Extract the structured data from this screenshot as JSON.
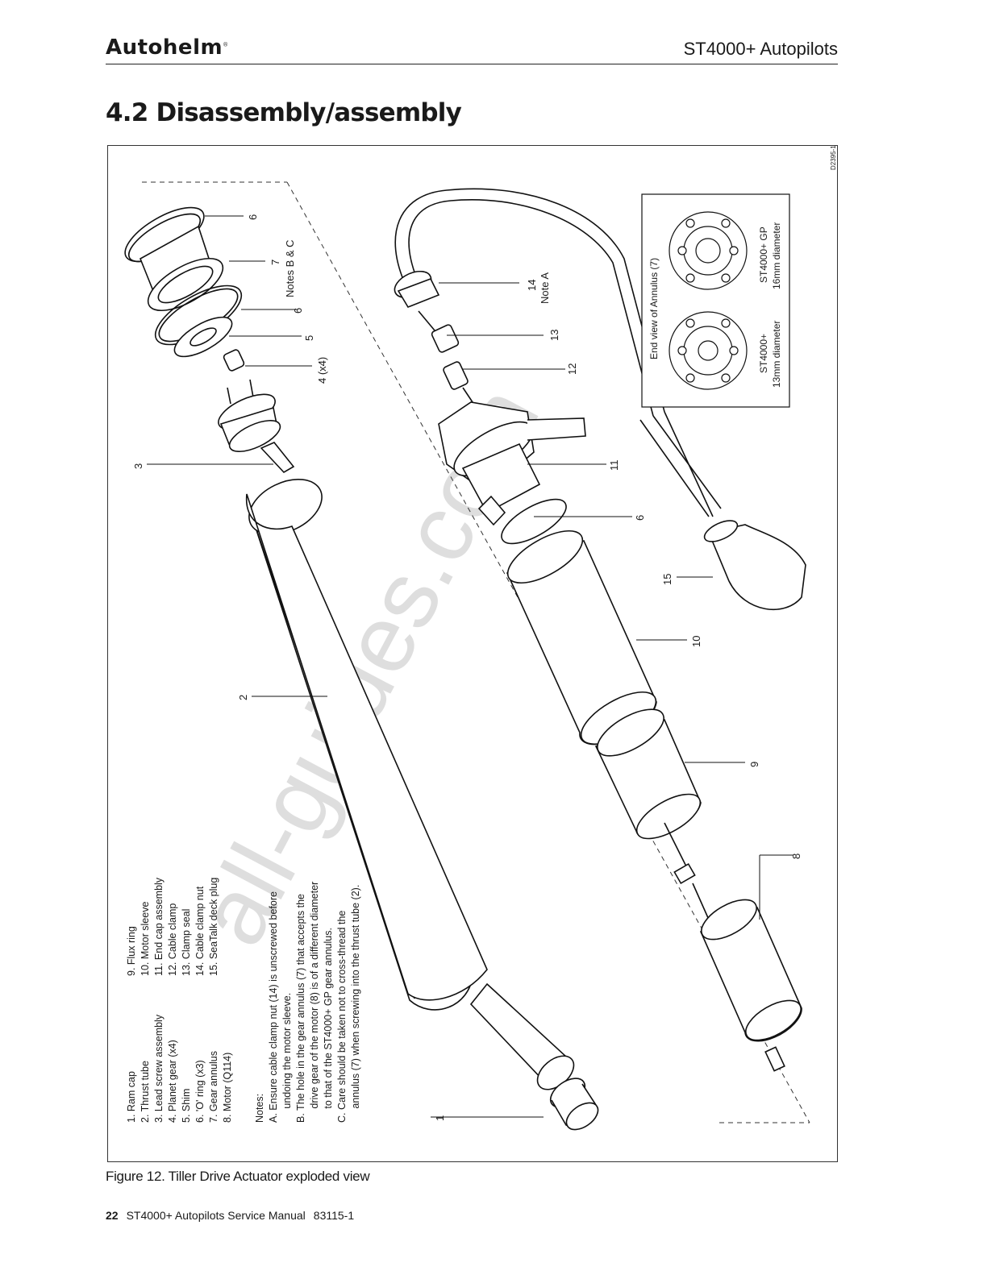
{
  "header": {
    "brand": "Autohelm",
    "brand_mark": "®",
    "title": "ST4000+  Autopilots"
  },
  "section_heading": "4.2 Disassembly/assembly",
  "figure": {
    "drawing_code": "D2395-1",
    "parts_list_a": [
      "1. Ram cap",
      "2. Thrust tube",
      "3. Lead screw assembly",
      "4. Planet gear (x4)",
      "5. Shim",
      "6. 'O' ring (x3)",
      "7. Gear annulus",
      "8. Motor (Q114)"
    ],
    "parts_list_b": [
      "9. Flux ring",
      "10. Motor sleeve",
      "11. End cap assembly",
      "12. Cable clamp",
      "13. Clamp seal",
      "14. Cable clamp nut",
      "15. SeaTalk deck plug"
    ],
    "notes": [
      "Notes:",
      "A. Ensure cable clamp nut (14) is unscrewed before",
      "     undoing the motor sleeve.",
      "B. The hole in the gear annulus (7) that accepts the",
      "     drive gear of the motor (8) is of a different diameter",
      "     to that of the ST4000+ GP gear annulus.",
      "C. Care should be taken not to cross-thread the",
      "     annulus (7) when screwing into the thrust tube (2)."
    ],
    "callouts": {
      "c1": "1",
      "c2": "2",
      "c3": "3",
      "c4": "4 (x4)",
      "c5": "5",
      "c6a": "6",
      "c6b": "6",
      "c6c": "6",
      "c7": "7",
      "c7note": "Notes B & C",
      "c8": "8",
      "c9": "9",
      "c10": "10",
      "c11": "11",
      "c12": "12",
      "c13": "13",
      "c14": "14",
      "c14note": "Note A",
      "c15": "15"
    },
    "inset": {
      "title": "End view of Annulus (7)",
      "left_line1": "ST4000+",
      "left_line2": "13mm diameter",
      "right_line1": "ST4000+ GP",
      "right_line2": "16mm diameter"
    },
    "watermark": "all-guides.com",
    "caption": "Figure 12. Tiller Drive Actuator exploded view"
  },
  "footer": {
    "page_number": "22",
    "manual_title": "ST4000+ Autopilots Service Manual",
    "code": "83115-1"
  }
}
